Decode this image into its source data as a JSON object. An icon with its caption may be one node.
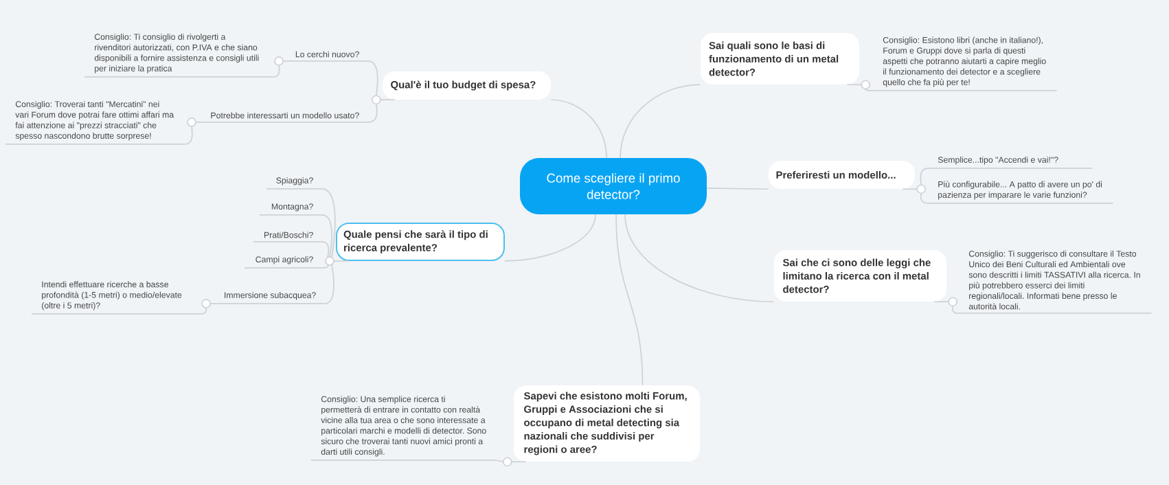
{
  "diagram": {
    "nodes": [
      {
        "text": [
          "Come scegliere il primo detector?"
        ]
      },
      {
        "text": [
          "Qual'è il tuo budget di spesa?"
        ]
      },
      {
        "text": [
          "Lo cerchi nuovo?"
        ]
      },
      {
        "text": [
          "Consiglio: Ti consiglio di rivolgerti a rivenditori autorizzati, con P.IVA e che siano disponibili a fornire assistenza e consigli utili per iniziare la pratica"
        ]
      },
      {
        "text": [
          "Potrebbe interessarti un modello usato?"
        ]
      },
      {
        "text": [
          "Consiglio: Troverai tanti \"Mercatini\" nei vari Forum dove potrai fare ottimi affari ma fai attenzione ai \"prezzi stracciati\" che spesso nascondono brutte sorprese!"
        ]
      },
      {
        "text": [
          "Quale pensi che sarà il tipo di ricerca prevalente?"
        ]
      },
      {
        "text": [
          "Spiaggia?"
        ]
      },
      {
        "text": [
          "Montagna?"
        ]
      },
      {
        "text": [
          "Prati/Boschi?"
        ]
      },
      {
        "text": [
          "Campi agricoli?"
        ]
      },
      {
        "text": [
          "Immersione subacquea?"
        ]
      },
      {
        "text": [
          "Intendi effettuare ricerche a basse profondità (1-5 metri) o medio/elevate (oltre i 5 metri)?"
        ]
      },
      {
        "text": [
          "Sapevi che esistono molti Forum, Gruppi e Associazioni che si occupano di metal detecting sia nazionali che suddivisi per regioni o aree?"
        ]
      },
      {
        "text": [
          "Consiglio: Una semplice ricerca ti permetterà di entrare in contatto con realtà vicine alla tua area o che sono interessate a particolari marchi e modelli di detector. Sono sicuro che troverai tanti nuovi amici pronti a darti utili consigli."
        ]
      },
      {
        "text": [
          "Sai quali sono le basi di funzionamento di un metal detector?"
        ]
      },
      {
        "text": [
          "Consiglio: Esistono libri (anche in italiano!), Forum e Gruppi dove si parla di questi aspetti che potranno aiutarti a capire meglio il funzionamento dei detector e a scegliere quello che fa più per te!"
        ]
      },
      {
        "text": [
          "Preferiresti un modello..."
        ]
      },
      {
        "text": [
          "Semplice...tipo \"Accendi e vai!\"?"
        ]
      },
      {
        "text": [
          "Più configurabile... A patto di avere un po' di pazienza per imparare le varie funzioni?"
        ]
      },
      {
        "text": [
          "Sai che ci sono delle leggi che limitano la ricerca con il metal detector?"
        ]
      },
      {
        "text": [
          "Consiglio: Ti suggerisco di consultare il Testo Unico dei Beni Culturali ed Ambientali ove sono descritti i limiti TASSATIVI alla ricerca. In più potrebbero esserci dei limiti regionali/locali. Informati bene presso le autorità locali."
        ]
      }
    ],
    "edges": [
      {
        "from": 0,
        "to": 1,
        "arrow": "none"
      },
      {
        "from": 1,
        "to": 2,
        "arrow": "none"
      },
      {
        "from": 2,
        "to": 3,
        "arrow": "none"
      },
      {
        "from": 1,
        "to": 4,
        "arrow": "none"
      },
      {
        "from": 4,
        "to": 5,
        "arrow": "none"
      },
      {
        "from": 0,
        "to": 6,
        "arrow": "none"
      },
      {
        "from": 6,
        "to": 7,
        "arrow": "none"
      },
      {
        "from": 6,
        "to": 8,
        "arrow": "none"
      },
      {
        "from": 6,
        "to": 9,
        "arrow": "none"
      },
      {
        "from": 6,
        "to": 10,
        "arrow": "none"
      },
      {
        "from": 6,
        "to": 11,
        "arrow": "none"
      },
      {
        "from": 11,
        "to": 12,
        "arrow": "none"
      },
      {
        "from": 0,
        "to": 13,
        "arrow": "none"
      },
      {
        "from": 13,
        "to": 14,
        "arrow": "none"
      },
      {
        "from": 0,
        "to": 15,
        "arrow": "none"
      },
      {
        "from": 15,
        "to": 16,
        "arrow": "none"
      },
      {
        "from": 0,
        "to": 17,
        "arrow": "none"
      },
      {
        "from": 17,
        "to": 18,
        "arrow": "none"
      },
      {
        "from": 17,
        "to": 19,
        "arrow": "none"
      },
      {
        "from": 0,
        "to": 20,
        "arrow": "none"
      },
      {
        "from": 20,
        "to": 21,
        "arrow": "none"
      }
    ]
  }
}
